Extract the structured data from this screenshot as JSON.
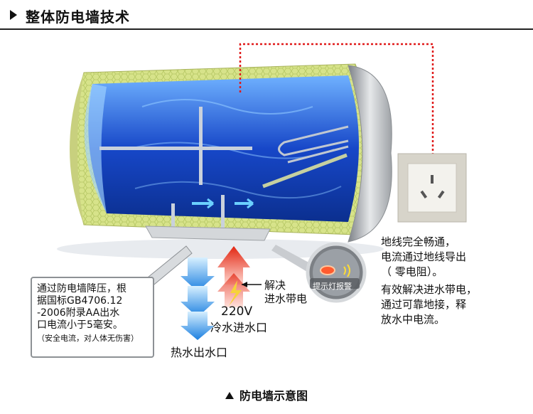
{
  "header": {
    "title": "整体防电墙技术"
  },
  "labels": {
    "explain_box": [
      "通过防电墙降压，根",
      "据国标GB4706.12",
      "-2006附录AA出水",
      "口电流小于5毫安。"
    ],
    "explain_small": "（安全电流，对人体无伤害）",
    "solve_inlet": [
      "解决",
      "进水带电"
    ],
    "voltage": "220V",
    "cold_inlet": "冷水进水口",
    "hot_outlet": "热水出水口",
    "indicator": "提示灯报警",
    "right_para1": [
      "地线完全畅通，",
      "电流通过地线导出",
      "（ 零电阻）。"
    ],
    "right_para2": [
      "有效解决进水带电，",
      "通过可靠地接，释",
      "放水中电流。"
    ]
  },
  "caption": "防电墙示意图",
  "colors": {
    "water": "#1d5fd6",
    "insulation": "#d7e38a",
    "ground_wire": "#e01a1a",
    "hot_arrow": "#e8341c",
    "cold_arrow": "#2a9be6"
  }
}
